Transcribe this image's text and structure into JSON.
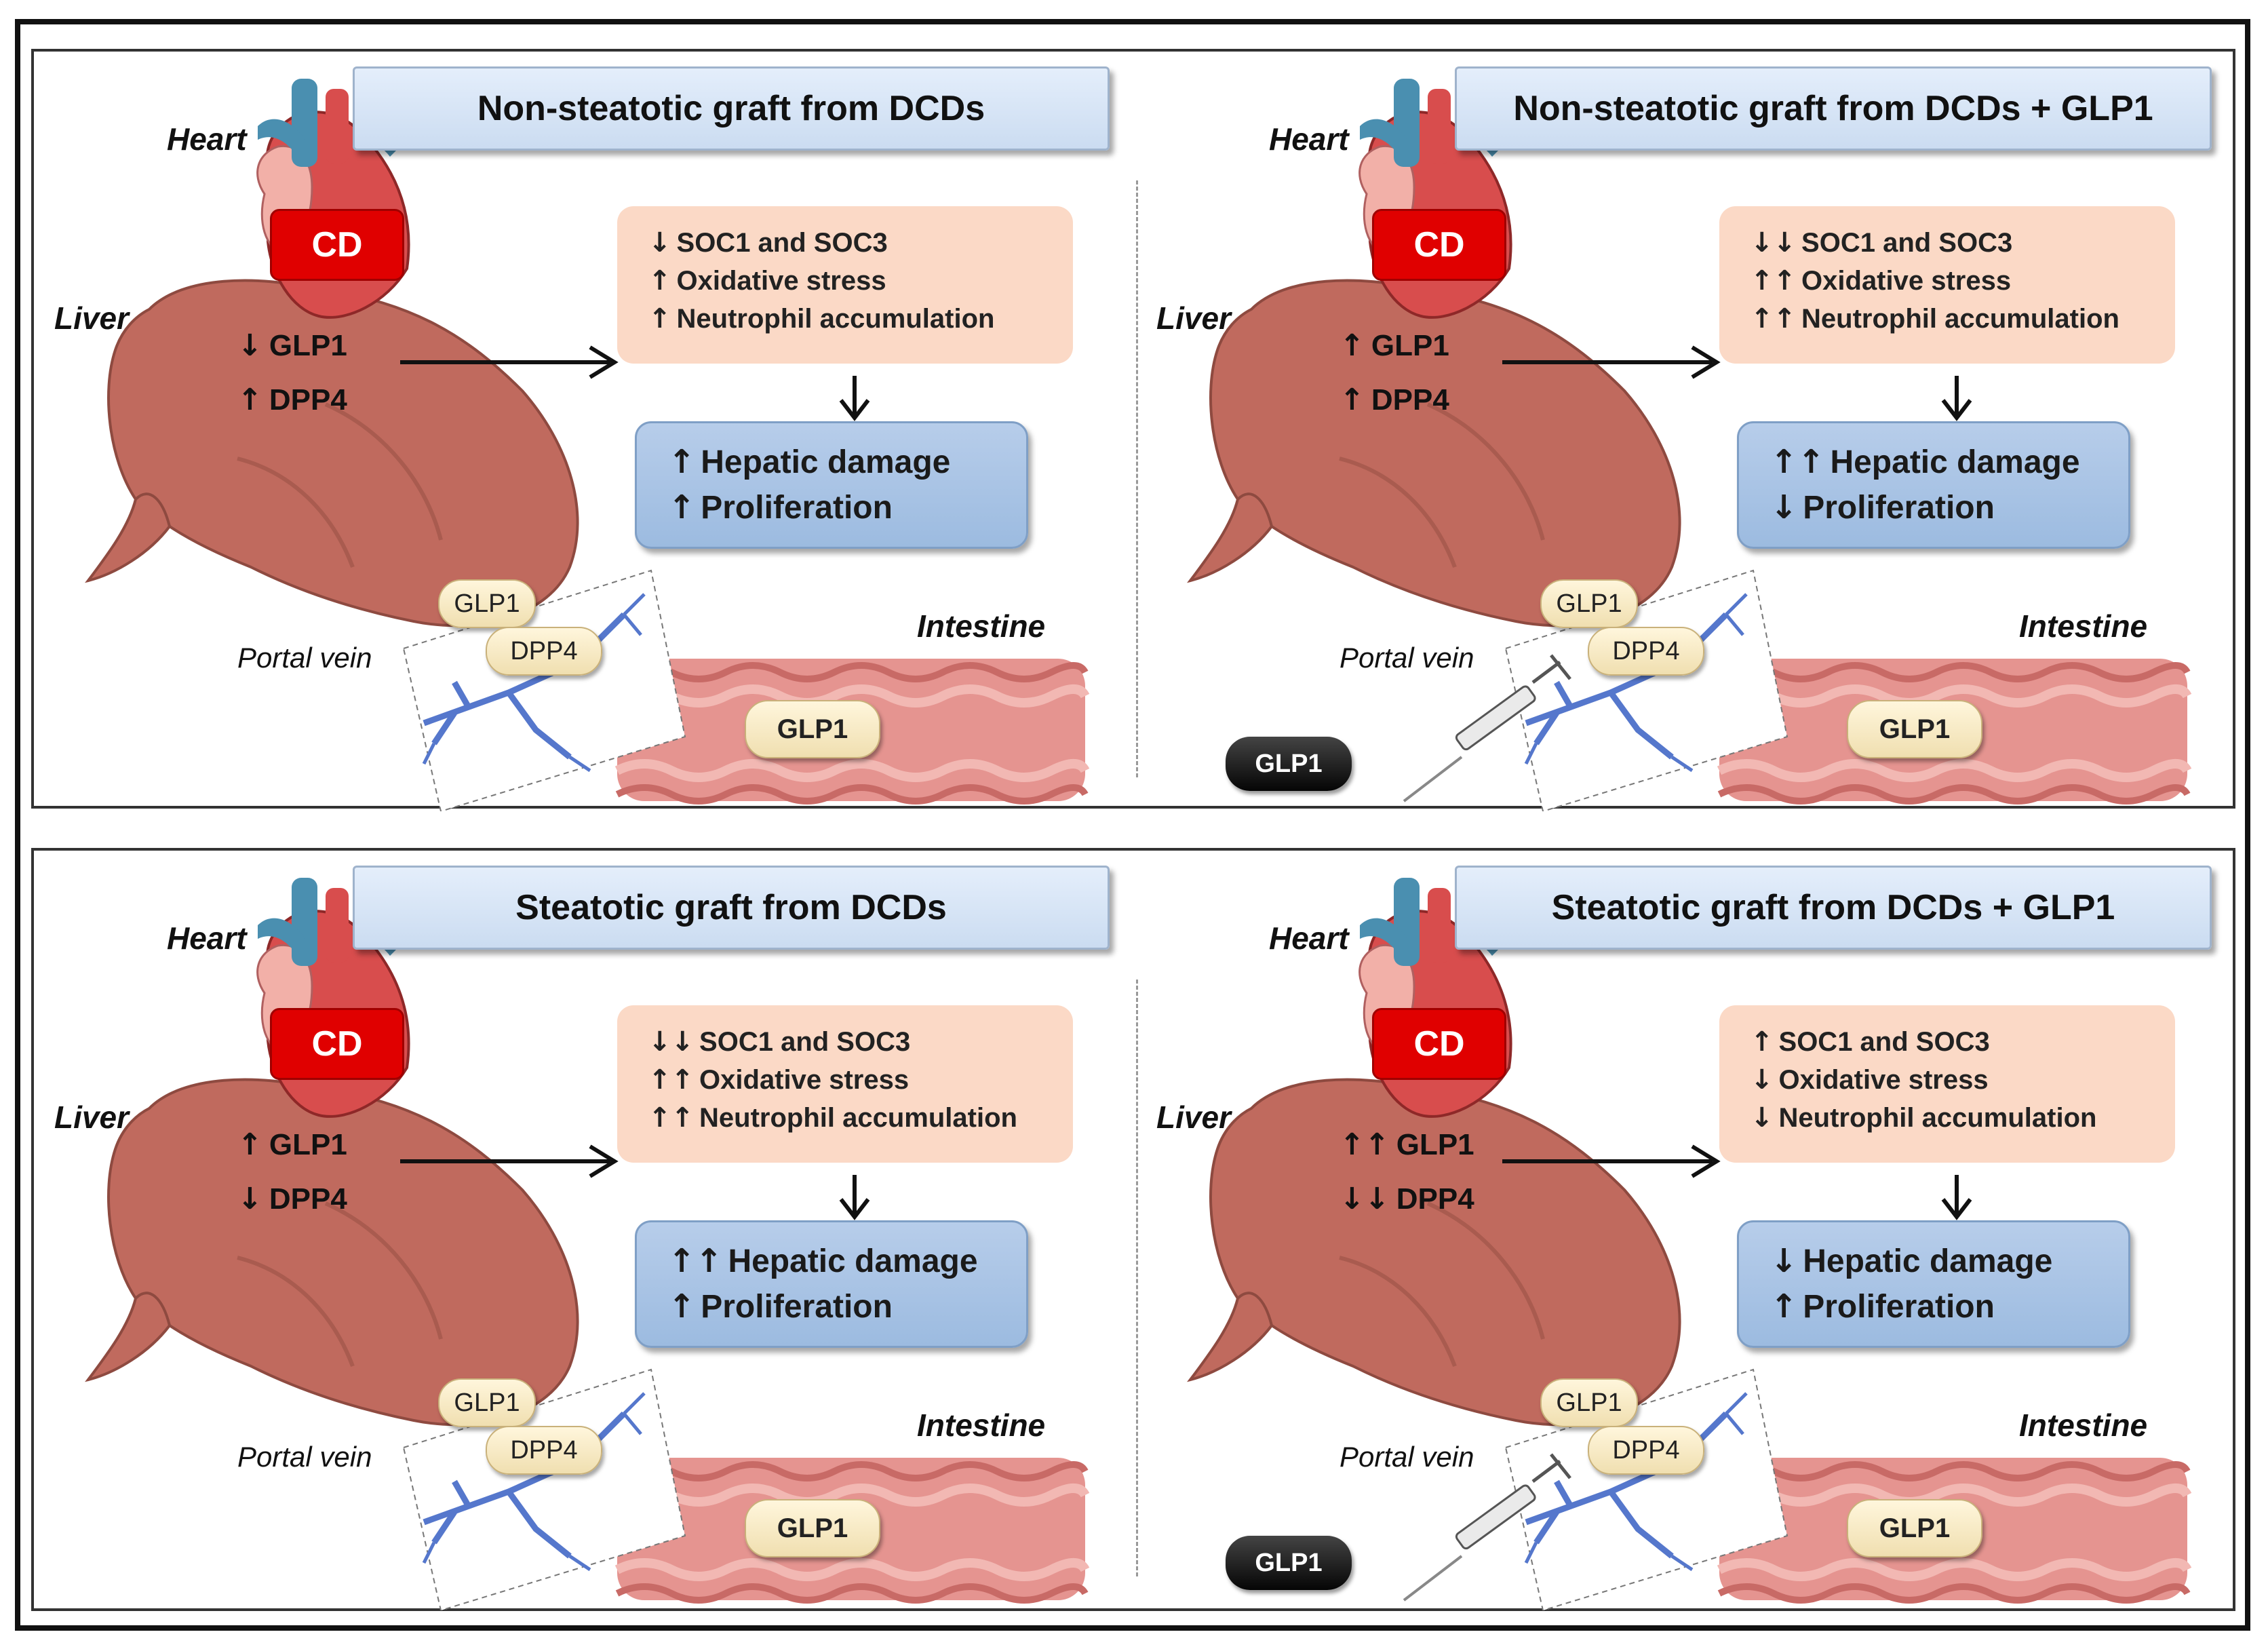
{
  "labels": {
    "heart": "Heart",
    "liver": "Liver",
    "portal_vein": "Portal vein",
    "intestine": "Intestine",
    "cd": "CD",
    "glp1": "GLP1",
    "dpp4": "DPP4"
  },
  "panels": [
    {
      "title": "Non-steatotic graft from DCDs",
      "liver_glp1_arrow": "↓",
      "liver_dpp4_arrow": "↑",
      "effects": [
        {
          "arrow": "↓",
          "text": "SOC1 and SOC3"
        },
        {
          "arrow": "↑",
          "text": "Oxidative stress"
        },
        {
          "arrow": "↑",
          "text": "Neutrophil accumulation"
        }
      ],
      "outcomes": [
        {
          "arrow": "↑",
          "text": "Hepatic damage"
        },
        {
          "arrow": "↑",
          "text": "Proliferation"
        }
      ],
      "treated": false
    },
    {
      "title": "Non-steatotic graft from DCDs + GLP1",
      "liver_glp1_arrow": "↑",
      "liver_dpp4_arrow": "↑",
      "effects": [
        {
          "arrow": "↓↓",
          "text": "SOC1 and SOC3"
        },
        {
          "arrow": "↑↑",
          "text": "Oxidative stress"
        },
        {
          "arrow": "↑↑",
          "text": "Neutrophil accumulation"
        }
      ],
      "outcomes": [
        {
          "arrow": "↑↑",
          "text": "Hepatic damage"
        },
        {
          "arrow": "↓",
          "text": "Proliferation"
        }
      ],
      "treated": true
    },
    {
      "title": "Steatotic graft from DCDs",
      "liver_glp1_arrow": "↑",
      "liver_dpp4_arrow": "↓",
      "effects": [
        {
          "arrow": "↓↓",
          "text": "SOC1 and SOC3"
        },
        {
          "arrow": "↑↑",
          "text": "Oxidative stress"
        },
        {
          "arrow": "↑↑",
          "text": "Neutrophil accumulation"
        }
      ],
      "outcomes": [
        {
          "arrow": "↑↑",
          "text": "Hepatic damage"
        },
        {
          "arrow": "↑",
          "text": "Proliferation"
        }
      ],
      "treated": false
    },
    {
      "title": "Steatotic graft from DCDs + GLP1",
      "liver_glp1_arrow": "↑↑",
      "liver_dpp4_arrow": "↓↓",
      "effects": [
        {
          "arrow": "↑",
          "text": "SOC1 and SOC3"
        },
        {
          "arrow": "↓",
          "text": "Oxidative stress"
        },
        {
          "arrow": "↓",
          "text": "Neutrophil accumulation"
        }
      ],
      "outcomes": [
        {
          "arrow": "↓",
          "text": "Hepatic damage"
        },
        {
          "arrow": "↑",
          "text": "Proliferation"
        }
      ],
      "treated": true
    }
  ]
}
